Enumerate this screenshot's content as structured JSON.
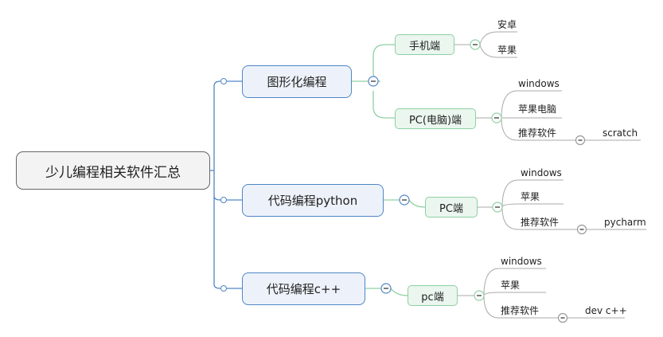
{
  "root": "少儿编程相关软件汇总",
  "branches": [
    {
      "label": "图形化编程",
      "children": [
        {
          "label": "手机端",
          "leaves": [
            "安卓",
            "苹果"
          ]
        },
        {
          "label": "PC(电脑)端",
          "leaves": [
            "windows",
            "苹果电脑",
            "推荐软件"
          ],
          "recommend": "scratch"
        }
      ]
    },
    {
      "label": "代码编程python",
      "children": [
        {
          "label": "PC端",
          "leaves": [
            "windows",
            "苹果",
            "推荐软件"
          ],
          "recommend": "pycharm"
        }
      ]
    },
    {
      "label": "代码编程c++",
      "children": [
        {
          "label": "pc端",
          "leaves": [
            "windows",
            "苹果",
            "推荐软件"
          ],
          "recommend": "dev c++"
        }
      ]
    }
  ],
  "colors": {
    "main": "#4f86c6",
    "sub": "#8fd0a4",
    "leaf": "#aaaaaa"
  }
}
